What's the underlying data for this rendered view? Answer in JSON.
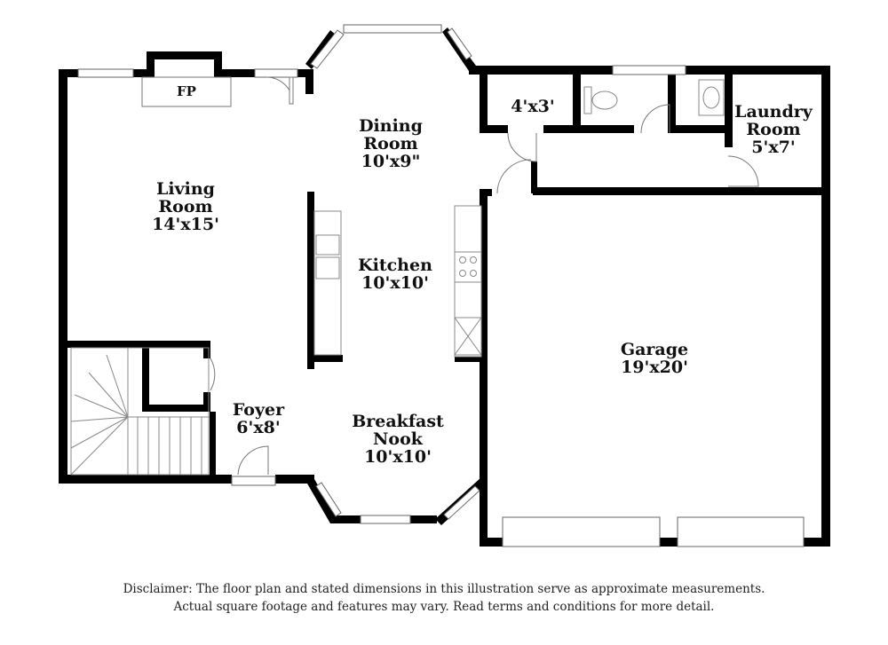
{
  "rooms": {
    "fireplace": "FP",
    "living": {
      "name1": "Living",
      "name2": "Room",
      "dims": "14'x15'"
    },
    "dining": {
      "name1": "Dining",
      "name2": "Room",
      "dims": "10'x9\""
    },
    "closet": {
      "dims": "4'x3'"
    },
    "laundry": {
      "name1": "Laundry",
      "name2": "Room",
      "dims": "5'x7'"
    },
    "kitchen": {
      "name1": "Kitchen",
      "dims": "10'x10'"
    },
    "foyer": {
      "name1": "Foyer",
      "dims": "6'x8'"
    },
    "breakfast": {
      "name1": "Breakfast",
      "name2": "Nook",
      "dims": "10'x10'"
    },
    "garage": {
      "name1": "Garage",
      "dims": "19'x20'"
    }
  },
  "disclaimer": {
    "line1": "Disclaimer: The floor plan and stated dimensions in this illustration serve as approximate measurements.",
    "line2": "Actual square footage and features may vary. Read terms and conditions for more detail."
  },
  "colors": {
    "wall": "#000000",
    "fixture": "#777777",
    "background": "#ffffff"
  }
}
